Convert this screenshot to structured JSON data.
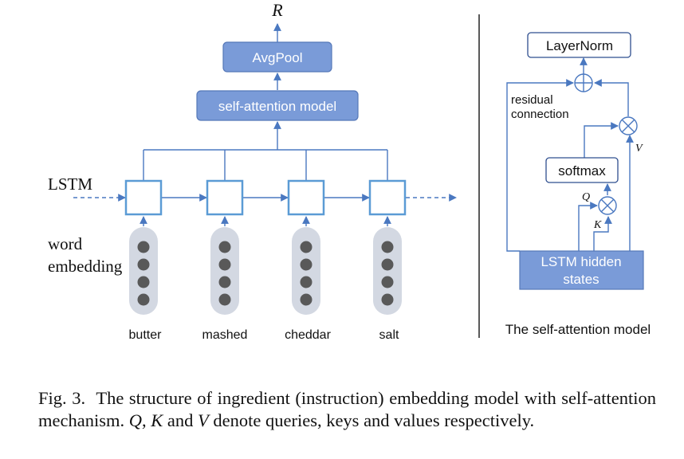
{
  "diagram": {
    "output_label": "R",
    "avgpool_label": "AvgPool",
    "self_attention_label": "self-attention model",
    "lstm_label": "LSTM",
    "word_label_line1": "word",
    "word_label_line2": "embedding",
    "tokens": [
      "butter",
      "mashed",
      "cheddar",
      "salt"
    ],
    "right_panel": {
      "layernorm_label": "LayerNorm",
      "residual_line1": "residual",
      "residual_line2": "connection",
      "softmax_label": "softmax",
      "lstm_hidden_line1": "LSTM hidden",
      "lstm_hidden_line2": "states",
      "q_label": "Q",
      "k_label": "K",
      "v_label": "V",
      "panel_title": "The self-attention model"
    },
    "colors": {
      "line": "#4a78c0",
      "box_fill": "#7a9bd8",
      "box_stroke": "#5578b8",
      "lstm_cell_stroke": "#5b9bd5",
      "embed_capsule": "#d3d8e2",
      "embed_dot": "#595959"
    }
  },
  "caption": {
    "prefix": "Fig. 3.",
    "text_part1": "The structure of ingredient (instruction) embedding model with self-attention mechanism.",
    "q": "Q",
    "sep1": ",",
    "k": "K",
    "and_word": "and",
    "v": "V",
    "text_part2": "denote queries, keys and values respectively."
  }
}
